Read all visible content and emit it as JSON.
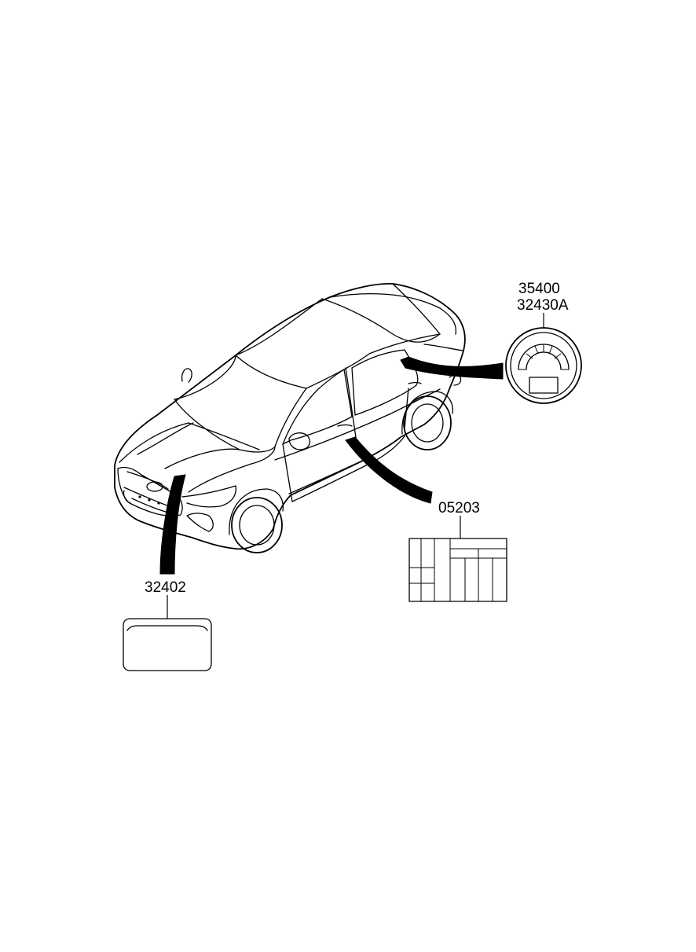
{
  "callouts": {
    "label_35400": "35400",
    "label_32430a": "32430A",
    "label_05203": "05203",
    "label_32402": "32402"
  },
  "icons": {
    "vehicle": "sedan-outline-icon",
    "emission_label": "gauge-label-icon",
    "tire_info_label": "table-label-icon",
    "hood_label": "rounded-rectangle-label-icon"
  },
  "colors": {
    "line": "#000000",
    "background": "#ffffff"
  }
}
